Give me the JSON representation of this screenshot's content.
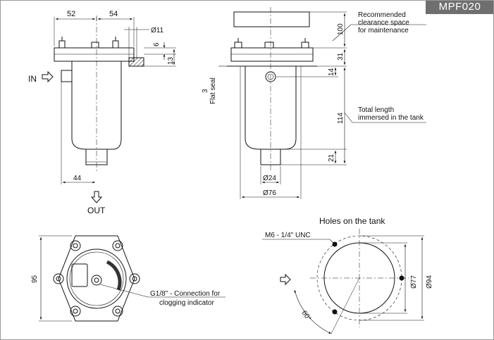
{
  "badge": {
    "code": "MPF020"
  },
  "side_view": {
    "dim_left_width": "52",
    "dim_right_width": "54",
    "dim_bolt_hole": "Ø11",
    "dim_flange_thickness": "6",
    "dim_flange_height": "13",
    "dim_outlet_offset": "44",
    "inlet_label": "IN",
    "outlet_label": "OUT"
  },
  "front_view": {
    "maintenance_note": [
      "Recommended",
      "clearance space",
      "for maintenance"
    ],
    "dim_maintenance": "100",
    "dim_flange_to_tank": "31",
    "dim_port_offset": "14",
    "seal_label": [
      "3",
      "Flat seal"
    ],
    "immersed_note": [
      "Total length",
      "immersed in the tank"
    ],
    "dim_immersed": "114",
    "dim_outlet_length": "21",
    "dim_outlet_diameter": "Ø24",
    "dim_body_diameter": "Ø76"
  },
  "top_view": {
    "dim_width": "95",
    "connection_note": [
      "G1/8\" - Connection for",
      "clogging indicator"
    ]
  },
  "tank_holes": {
    "title": "Holes on the tank",
    "thread_label": "M6 - 1/4\" UNC",
    "dim_inner": "Ø77",
    "dim_outer": "Ø94",
    "angle": "60°"
  }
}
